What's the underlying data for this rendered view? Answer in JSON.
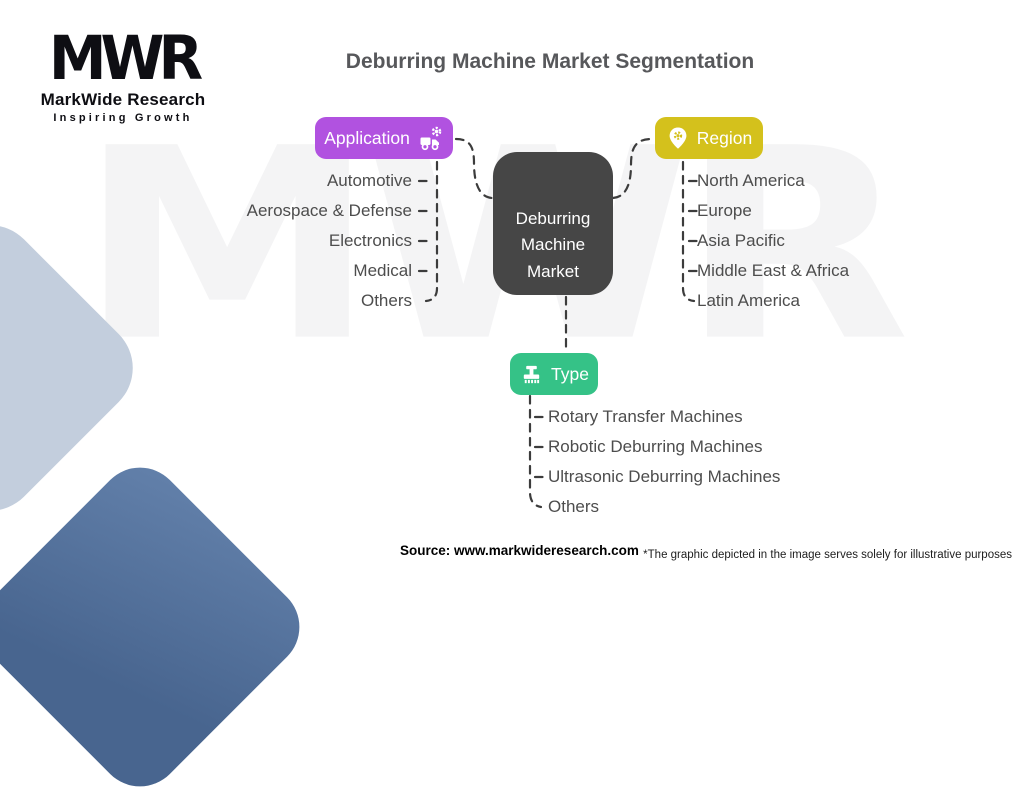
{
  "title": "Deburring Machine Market Segmentation",
  "logo": {
    "acronym": "MWR",
    "name": "MarkWide Research",
    "tagline": "Inspiring Growth"
  },
  "watermark": "MWR",
  "center_node": {
    "lines": [
      "Deburring",
      "Machine",
      "Market"
    ]
  },
  "branches": {
    "application": {
      "label": "Application",
      "icon": "gear-truck-icon",
      "color": "#b152e0",
      "items": [
        "Automotive",
        "Aerospace & Defense",
        "Electronics",
        "Medical",
        "Others"
      ]
    },
    "region": {
      "label": "Region",
      "icon": "map-pin-gear-icon",
      "color": "#d4c11c",
      "items": [
        "North America",
        "Europe",
        "Asia Pacific",
        "Middle East & Africa",
        "Latin America"
      ]
    },
    "type": {
      "label": "Type",
      "icon": "machine-icon",
      "color": "#35c287",
      "items": [
        "Rotary Transfer Machines",
        "Robotic Deburring Machines",
        "Ultrasonic Deburring Machines",
        "Others"
      ]
    }
  },
  "footer": {
    "source": "Source: www.markwideresearch.com",
    "disclaimer": "*The graphic depicted in the image serves solely for illustrative purposes"
  },
  "colors": {
    "center_box": "#464646",
    "connector": "#3c3c3c",
    "diamond_light": "#c3cedd",
    "diamond_dark": "#48658f",
    "title_text": "#57585b"
  }
}
